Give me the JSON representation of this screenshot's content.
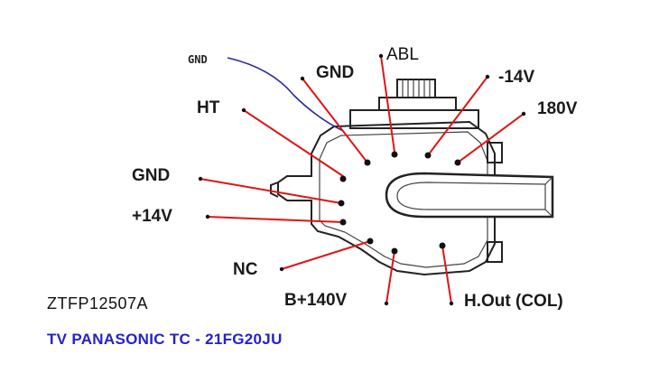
{
  "labels": {
    "gnd_wire": "GND",
    "abl": "ABL",
    "gnd_upper": "GND",
    "minus14v": "-14V",
    "v180": "180V",
    "ht": "HT",
    "gnd_left": "GND",
    "plus14v": "+14V",
    "nc": "NC",
    "b140v": "B+140V",
    "hout": "H.Out (COL)"
  },
  "model": "ZTFP12507A",
  "tv_model": "TV PANASONIC TC - 21FG20JU",
  "colors": {
    "lead_line": "#e01414",
    "ground_wire": "#2a2a9e",
    "tv_text": "#2323c8"
  }
}
